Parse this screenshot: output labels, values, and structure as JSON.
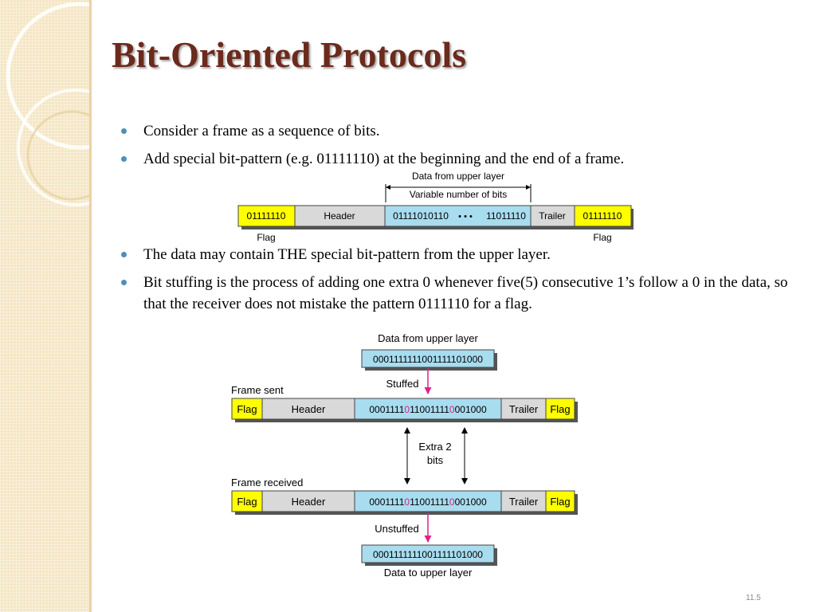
{
  "slide": {
    "title": "Bit-Oriented Protocols",
    "slide_number": "11.5"
  },
  "bullets_top": [
    "Consider a frame as a sequence of bits.",
    "Add special bit-pattern (e.g. 01111110) at the beginning and the end of a frame."
  ],
  "bullets_bottom": [
    "The data may contain THE special bit-pattern from the upper layer.",
    "Bit stuffing is the process of adding one extra 0 whenever five(5) consecutive 1’s follow a 0 in the data, so that the receiver does not mistake the pattern 0111110 for a flag."
  ],
  "frame_diagram": {
    "data_from_upper": "Data from upper layer",
    "variable_bits": "Variable number of bits",
    "flag_left": "01111110",
    "header": "Header",
    "data_left": "01111010110",
    "dots": "• • •",
    "data_right": "11011110",
    "trailer": "Trailer",
    "flag_right": "01111110",
    "flag_caption_left": "Flag",
    "flag_caption_right": "Flag"
  },
  "stuffing_diagram": {
    "data_from_upper": "Data from upper layer",
    "upper_bits": "0001111111001111101000",
    "stuffed": "Stuffed",
    "frame_sent": "Frame sent",
    "flag": "Flag",
    "header": "Header",
    "stuffed_bits_a": "0001111",
    "stuffed_bit_1": "0",
    "stuffed_bits_b": "11001111",
    "stuffed_bit_2": "0",
    "stuffed_bits_c": "001000",
    "trailer": "Trailer",
    "extra_line1": "Extra 2",
    "extra_line2": "bits",
    "frame_received": "Frame received",
    "unstuffed": "Unstuffed",
    "lower_bits": "0001111111001111101000",
    "data_to_upper": "Data to upper layer"
  },
  "colors": {
    "title": "#6b2a1c",
    "flag_fill": "#ffff00",
    "data_fill": "#a8dcef",
    "header_fill": "#d9d9d9",
    "stuff_arrow": "#e0218a",
    "bullet": "#4f8fb8"
  }
}
